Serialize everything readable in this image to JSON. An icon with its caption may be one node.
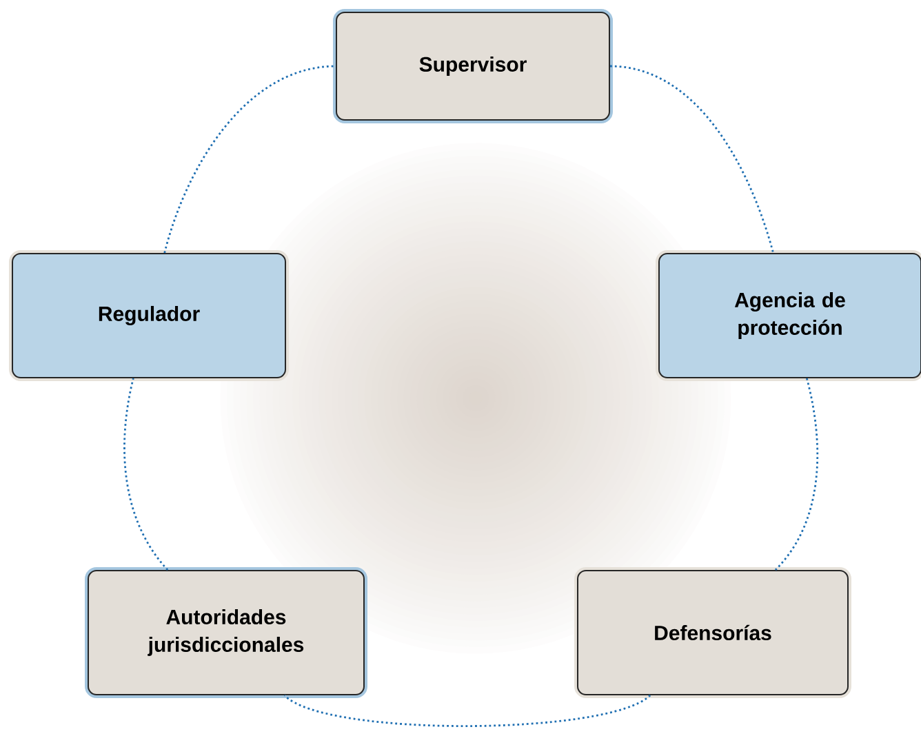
{
  "diagram": {
    "nodes": [
      {
        "text": [
          "Supervisor"
        ]
      },
      {
        "text": [
          "Regulador"
        ]
      },
      {
        "text": [
          "Agencia de protección"
        ]
      },
      {
        "text": [
          "Autoridades jurisdiccionales"
        ]
      },
      {
        "text": [
          "Defensorías"
        ]
      }
    ],
    "edges": [
      {
        "from": 0,
        "to": 2,
        "arrow": "none"
      },
      {
        "from": 2,
        "to": 4,
        "arrow": "none"
      },
      {
        "from": 4,
        "to": 3,
        "arrow": "none"
      },
      {
        "from": 3,
        "to": 1,
        "arrow": "none"
      },
      {
        "from": 1,
        "to": 0,
        "arrow": "none"
      }
    ]
  }
}
